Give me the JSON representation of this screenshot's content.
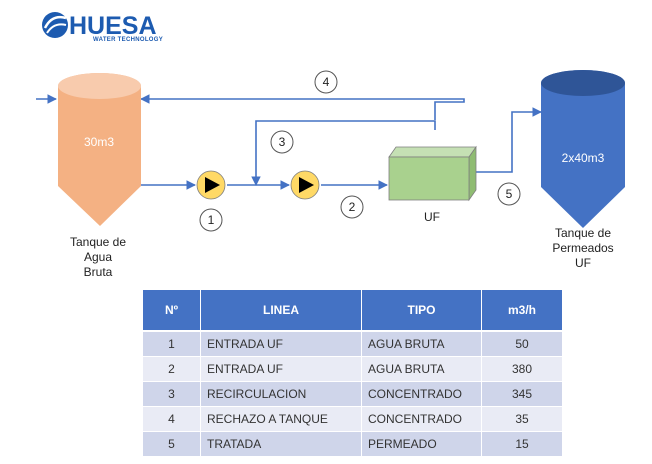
{
  "logo": {
    "name": "HUESA",
    "tagline": "WATER TECHNOLOGY"
  },
  "tanks": {
    "raw": {
      "volume": "30m3",
      "label_lines": [
        "Tanque de",
        "Agua",
        "Bruta"
      ],
      "color": "#f4b183"
    },
    "permeate": {
      "volume": "2x40m3",
      "label_lines": [
        "Tanque de",
        "Permeados",
        "UF"
      ],
      "color": "#4472c4"
    }
  },
  "uf_unit": {
    "label": "UF",
    "color": "#a9d18e"
  },
  "pumps": {
    "color": "#ffd966"
  },
  "line_numbers": [
    "1",
    "2",
    "3",
    "4",
    "5"
  ],
  "line_color": "#4472c4",
  "table": {
    "headers": [
      "Nº",
      "LINEA",
      "TIPO",
      "m3/h"
    ],
    "rows": [
      [
        "1",
        "ENTRADA UF",
        "AGUA BRUTA",
        "50"
      ],
      [
        "2",
        "ENTRADA UF",
        "AGUA BRUTA",
        "380"
      ],
      [
        "3",
        "RECIRCULACION",
        "CONCENTRADO",
        "345"
      ],
      [
        "4",
        "RECHAZO A TANQUE",
        "CONCENTRADO",
        "35"
      ],
      [
        "5",
        "TRATADA",
        "PERMEADO",
        "15"
      ]
    ],
    "header_color": "#4472c4"
  }
}
